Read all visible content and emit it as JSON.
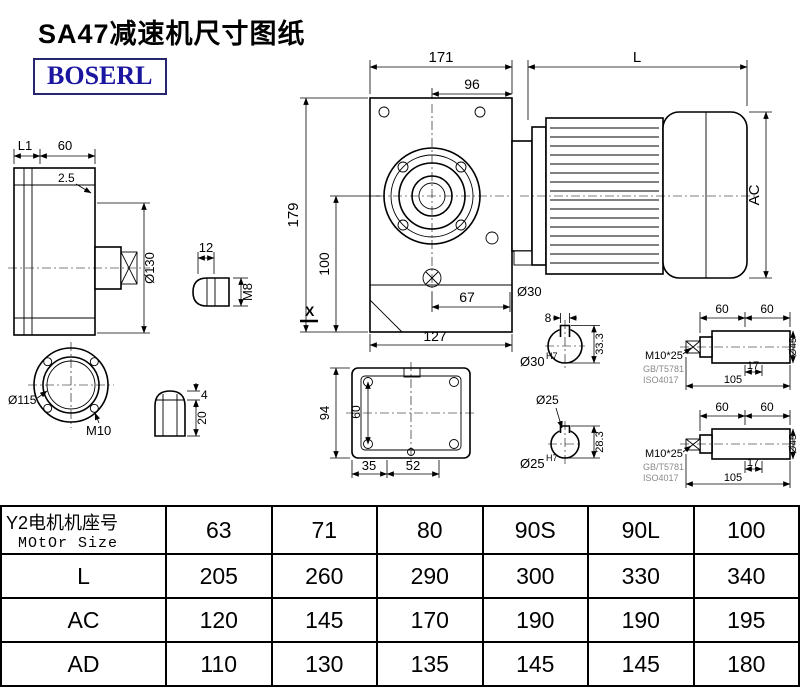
{
  "header": {
    "title": "SA47减速机尺寸图纸",
    "brand": "BOSERL"
  },
  "drawings": {
    "front": {
      "d171": "171",
      "d96": "96",
      "dL": "L",
      "d179": "179",
      "d100": "100",
      "d67": "67",
      "d30": "Ø30",
      "d127": "127",
      "dX": "X",
      "dAC": "AC"
    },
    "side": {
      "dL1": "L1",
      "d60": "60",
      "d25": "2.5",
      "d130": "Ø130"
    },
    "key": {
      "d12": "12",
      "dM8": "M8"
    },
    "flange": {
      "d115": "Ø115",
      "dM10": "M10"
    },
    "plug": {
      "d4": "4",
      "d20": "20"
    },
    "bottom": {
      "d94": "94",
      "d60": "60",
      "d35": "35",
      "d52": "52"
    },
    "shaft30": {
      "d8": "8",
      "d333": "33.3",
      "bore": "Ø30",
      "tol": "H7",
      "d60a": "60",
      "d60b": "60",
      "screw": "M10*25",
      "std1": "GB/T5781",
      "std2": "ISO4017",
      "d17": "17",
      "d105": "105",
      "d45": "Ø45"
    },
    "shaft25": {
      "label": "Ø25",
      "d283": "28.3",
      "bore": "Ø25",
      "tol": "H7",
      "d60a": "60",
      "d60b": "60",
      "screw": "M10*25",
      "std1": "GB/T5781",
      "std2": "ISO4017",
      "d17": "17",
      "d105": "105",
      "d45": "Ø45"
    }
  },
  "table": {
    "motor_label_cn": "Y2电机机座号",
    "motor_label_en": "MOtOr Size",
    "sizes": [
      "63",
      "71",
      "80",
      "90S",
      "90L",
      "100"
    ],
    "rows": [
      {
        "label": "L",
        "values": [
          "205",
          "260",
          "290",
          "300",
          "330",
          "340"
        ]
      },
      {
        "label": "AC",
        "values": [
          "120",
          "145",
          "170",
          "190",
          "190",
          "195"
        ]
      },
      {
        "label": "AD",
        "values": [
          "110",
          "130",
          "135",
          "145",
          "145",
          "180"
        ]
      }
    ]
  }
}
